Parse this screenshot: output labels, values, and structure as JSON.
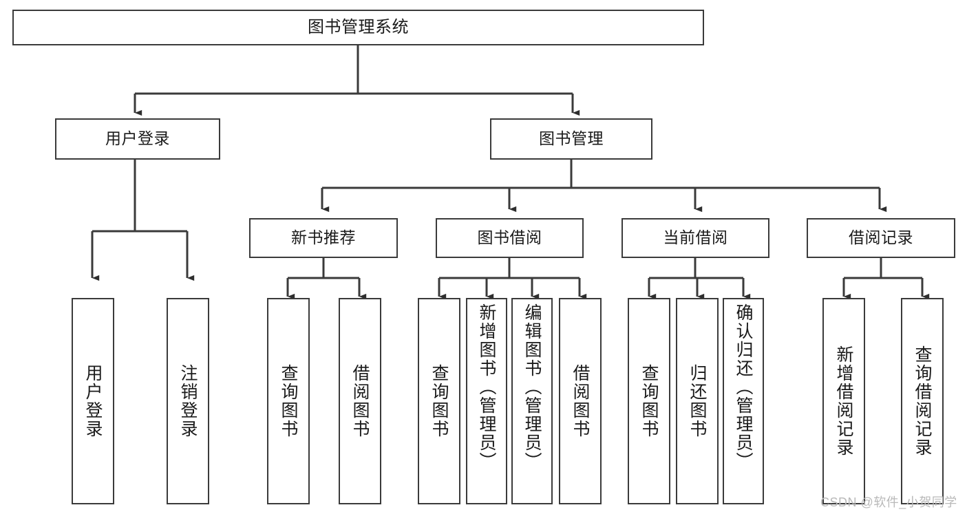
{
  "diagram": {
    "type": "tree-hierarchy",
    "title": "图书管理系统",
    "watermark": "CSDN @软件_小贺同学",
    "colors": {
      "stroke": "#3a3a3a",
      "box_fill": "#ffffff",
      "text": "#1a1a1a",
      "watermark": "#b9b9b9",
      "background": "#ffffff"
    },
    "levels": {
      "root": {
        "label": "图书管理系统"
      },
      "level2": [
        {
          "label": "用户登录"
        },
        {
          "label": "图书管理"
        }
      ],
      "level3": [
        {
          "label": "新书推荐"
        },
        {
          "label": "图书借阅"
        },
        {
          "label": "当前借阅"
        },
        {
          "label": "借阅记录"
        }
      ]
    },
    "leaves": {
      "user_login": [
        {
          "label": "用户登录"
        },
        {
          "label": "注销登录"
        }
      ],
      "new_book_recommend": [
        {
          "label": "查询图书"
        },
        {
          "label": "借阅图书"
        }
      ],
      "book_borrow": [
        {
          "label": "查询图书"
        },
        {
          "label": "新增图书（管理员）"
        },
        {
          "label": "编辑图书（管理员）"
        },
        {
          "label": "借阅图书"
        }
      ],
      "current_borrow": [
        {
          "label": "查询图书"
        },
        {
          "label": "归还图书"
        },
        {
          "label": "确认归还（管理员）"
        }
      ],
      "borrow_record": [
        {
          "label": "新增借阅记录"
        },
        {
          "label": "查询借阅记录"
        }
      ]
    }
  }
}
